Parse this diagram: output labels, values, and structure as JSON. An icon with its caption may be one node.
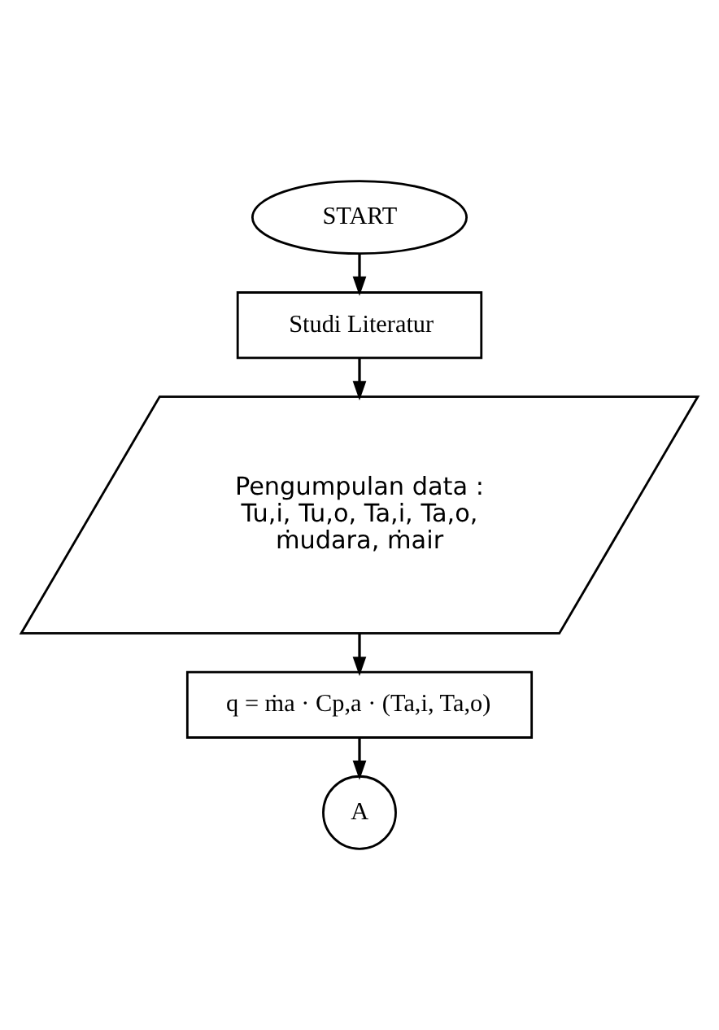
{
  "diagram": {
    "nodes": [
      {
        "text": [
          "START"
        ]
      },
      {
        "text": [
          "Studi Literatur"
        ]
      },
      {
        "text": [
          "Pengumpulan data :",
          "Tu,i, Tu,o, Ta,i, Ta,o, ṁudara, ṁair"
        ]
      },
      {
        "text": [
          "q = ṁa · Cp,a · (Ta,i, Ta,o)"
        ]
      },
      {
        "text": [
          "A"
        ]
      }
    ],
    "edges": [
      {
        "from": 0,
        "to": 1,
        "arrow": "to"
      },
      {
        "from": 1,
        "to": 2,
        "arrow": "to"
      },
      {
        "from": 2,
        "to": 3,
        "arrow": "to"
      },
      {
        "from": 3,
        "to": 4,
        "arrow": "to"
      }
    ]
  }
}
